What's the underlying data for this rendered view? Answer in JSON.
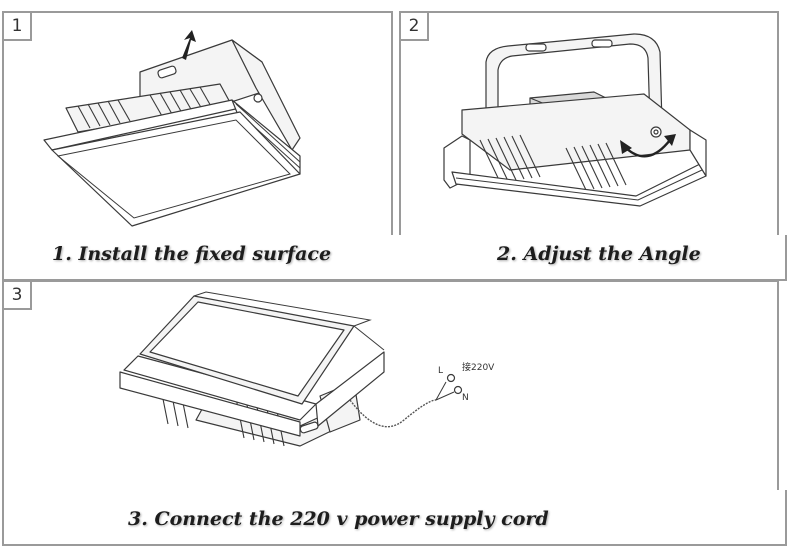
{
  "steps": [
    {
      "number": "1",
      "caption": "1. Install the fixed surface"
    },
    {
      "number": "2",
      "caption": "2. Adjust the Angle"
    },
    {
      "number": "3",
      "caption": "3. Connect the 220 v power supply cord"
    }
  ],
  "wiring": {
    "live_label": "L",
    "neutral_label": "N",
    "voltage_label": "接220V"
  },
  "colors": {
    "border": "#9a9a9a",
    "line": "#3a3a3a",
    "caption": "#1d1d1d"
  }
}
